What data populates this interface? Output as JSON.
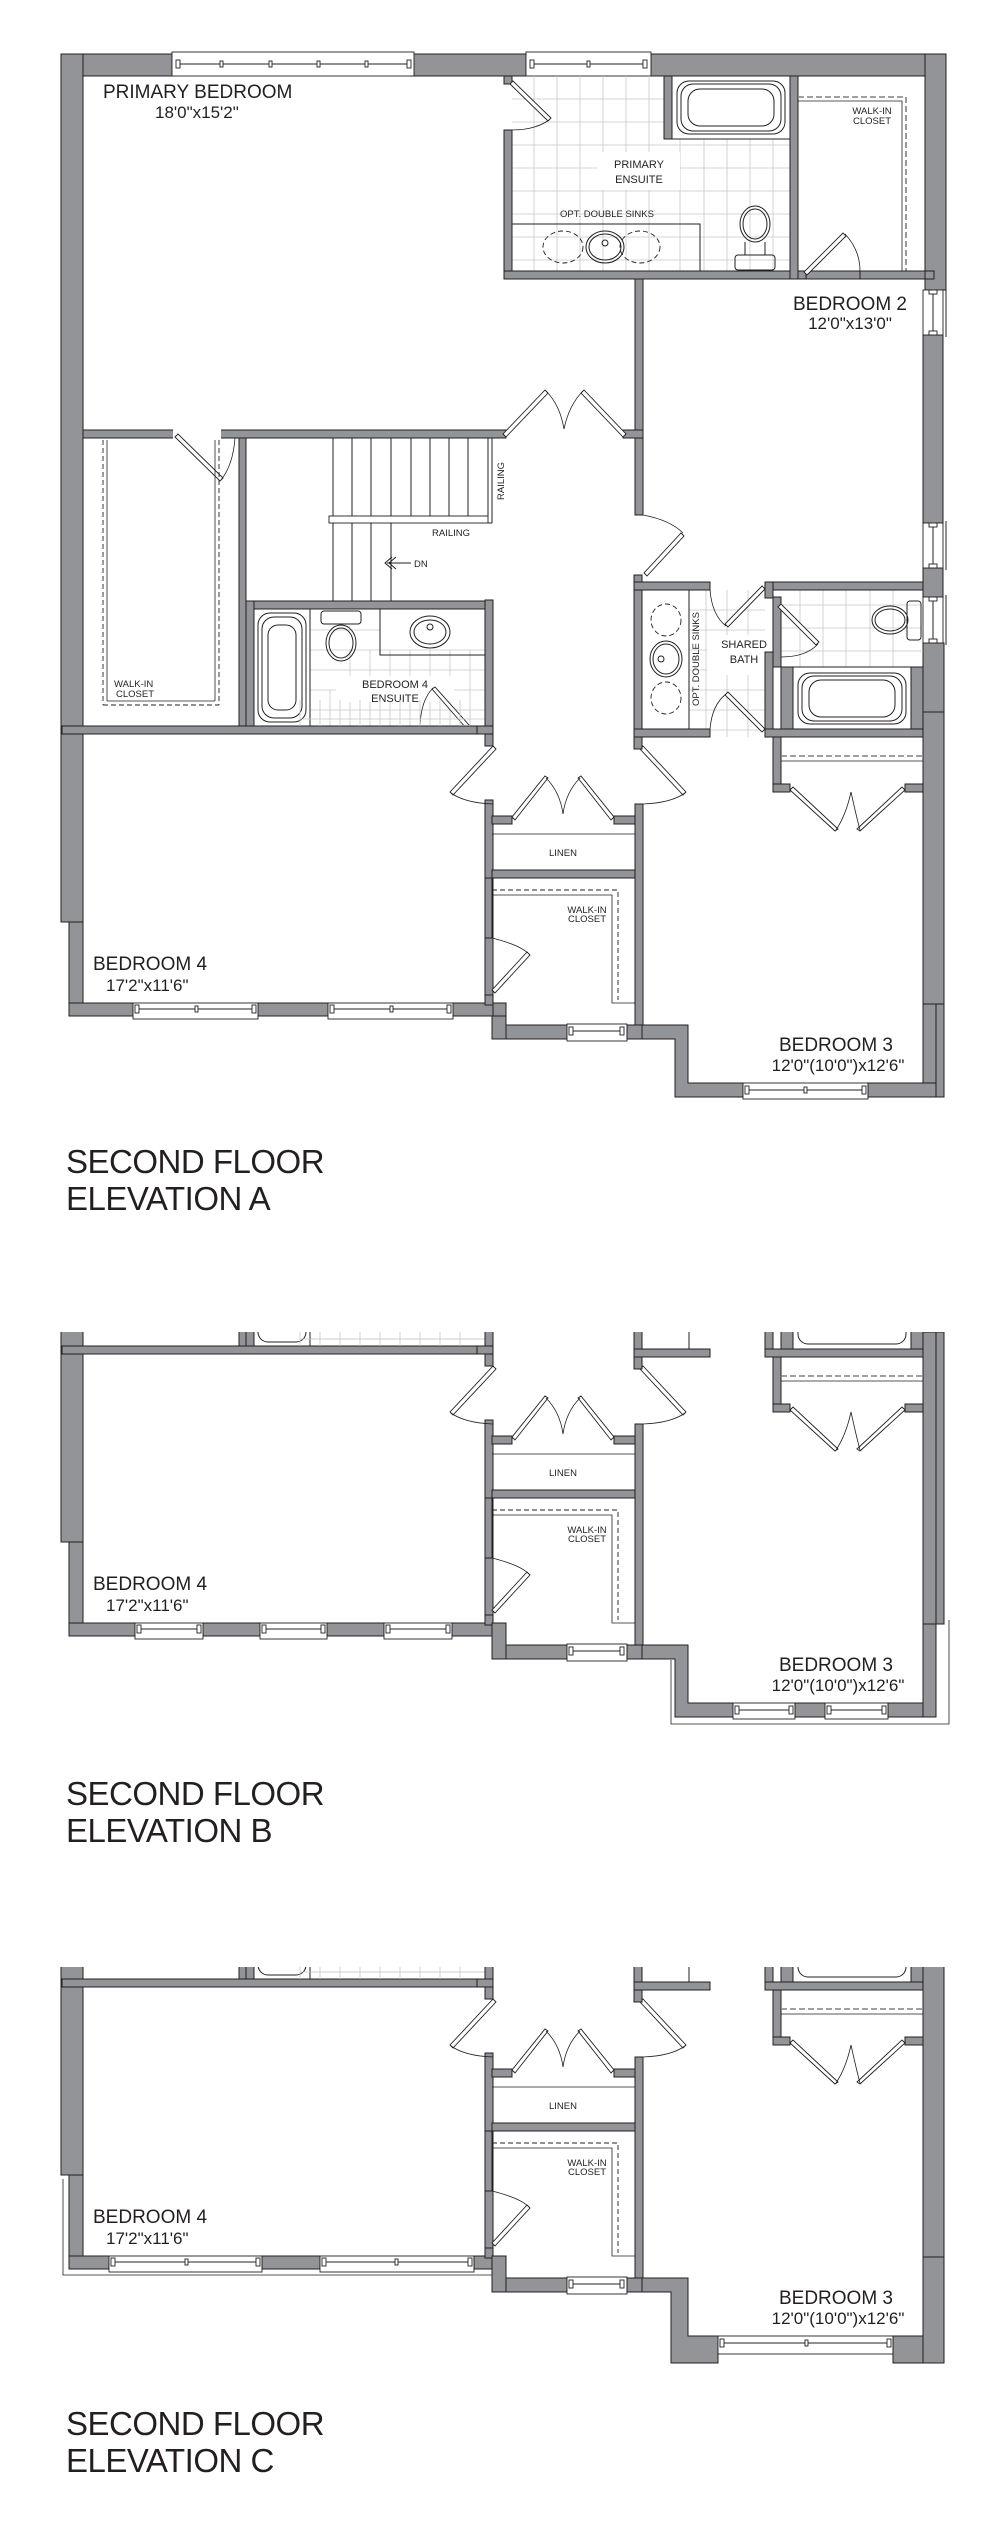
{
  "document": {
    "type": "floor-plan-sheet",
    "colors": {
      "wall": "#929497",
      "line": "#231f20",
      "tile": "#c8c8c8",
      "background": "#ffffff"
    }
  },
  "plans": [
    {
      "id": "A",
      "title_line1": "SECOND FLOOR",
      "title_line2": "ELEVATION A",
      "rooms": {
        "primary_bedroom": {
          "label": "PRIMARY BEDROOM",
          "dims": "18'0\"x15'2\""
        },
        "primary_ensuite": {
          "label_line1": "PRIMARY",
          "label_line2": "ENSUITE",
          "note": "OPT. DOUBLE SINKS"
        },
        "walk_in_closet_primary": {
          "label_line1": "WALK-IN",
          "label_line2": "CLOSET"
        },
        "bedroom2": {
          "label": "BEDROOM 2",
          "dims": "12'0\"x13'0\""
        },
        "walk_in_closet_b2": {
          "label_line1": "WALK-IN",
          "label_line2": "CLOSET"
        },
        "stair": {
          "railing_vertical": "RAILING",
          "railing_horizontal": "RAILING",
          "direction": "DN"
        },
        "bedroom4_ensuite": {
          "label_line1": "BEDROOM 4",
          "label_line2": "ENSUITE"
        },
        "shared_bath": {
          "label_line1": "SHARED",
          "label_line2": "BATH",
          "note": "OPT. DOUBLE SINKS"
        },
        "linen": {
          "label": "LINEN"
        },
        "walk_in_closet_b4": {
          "label_line1": "WALK-IN",
          "label_line2": "CLOSET"
        },
        "bedroom4": {
          "label": "BEDROOM 4",
          "dims": "17'2\"x11'6\""
        },
        "bedroom3": {
          "label": "BEDROOM 3",
          "dims": "12'0\"(10'0\")x12'6\""
        }
      }
    },
    {
      "id": "B",
      "title_line1": "SECOND FLOOR",
      "title_line2": "ELEVATION B",
      "rooms": {
        "linen": {
          "label": "LINEN"
        },
        "walk_in_closet_b4": {
          "label_line1": "WALK-IN",
          "label_line2": "CLOSET"
        },
        "bedroom4": {
          "label": "BEDROOM 4",
          "dims": "17'2\"x11'6\""
        },
        "bedroom3": {
          "label": "BEDROOM 3",
          "dims": "12'0\"(10'0\")x12'6\""
        }
      }
    },
    {
      "id": "C",
      "title_line1": "SECOND FLOOR",
      "title_line2": "ELEVATION C",
      "rooms": {
        "linen": {
          "label": "LINEN"
        },
        "walk_in_closet_b4": {
          "label_line1": "WALK-IN",
          "label_line2": "CLOSET"
        },
        "bedroom4": {
          "label": "BEDROOM 4",
          "dims": "17'2\"x11'6\""
        },
        "bedroom3": {
          "label": "BEDROOM 3",
          "dims": "12'0\"(10'0\")x12'6\""
        }
      }
    }
  ]
}
